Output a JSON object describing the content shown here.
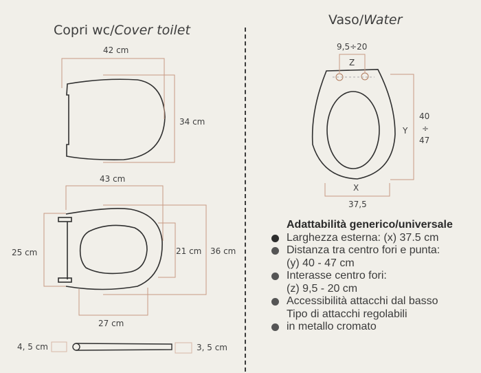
{
  "left_panel": {
    "title_plain": "Copri wc/",
    "title_italic": "Cover toilet",
    "cover_top": {
      "width_label": "42 cm",
      "height_label": "34 cm"
    },
    "cover_open": {
      "width_label": "43 cm",
      "hinge_span_label": "25 cm",
      "inner_height_label": "21 cm",
      "outer_height_label": "36 cm",
      "inner_width_label": "27 cm"
    },
    "profile": {
      "left_thickness_label": "4, 5 cm",
      "right_thickness_label": "3, 5 cm"
    }
  },
  "right_panel": {
    "title_plain": "Vaso/",
    "title_italic": "Water",
    "hole_spacing_label": "9,5÷20",
    "z_label": "Z",
    "y_label": "Y",
    "y_range": {
      "min": "40",
      "sep": "÷",
      "max": "47"
    },
    "x_label": "X",
    "x_value": "37,5"
  },
  "specs": {
    "heading": "Adattabilità generico/universale",
    "items": [
      {
        "lines": [
          "Larghezza esterna: (x) 37.5 cm"
        ]
      },
      {
        "lines": [
          "Distanza tra centro fori e punta:",
          "(y) 40 - 47 cm"
        ]
      },
      {
        "lines": [
          "Interasse centro fori:",
          "(z) 9,5 - 20 cm"
        ]
      },
      {
        "lines": [
          "Accessibilità attacchi dal basso",
          "Tipo di attacchi regolabili"
        ]
      },
      {
        "lines": [
          "in metallo cromato"
        ]
      }
    ]
  },
  "colors": {
    "background": "#f1efe9",
    "outline": "#2f2f2f",
    "dimension_line": "#c89a82"
  }
}
